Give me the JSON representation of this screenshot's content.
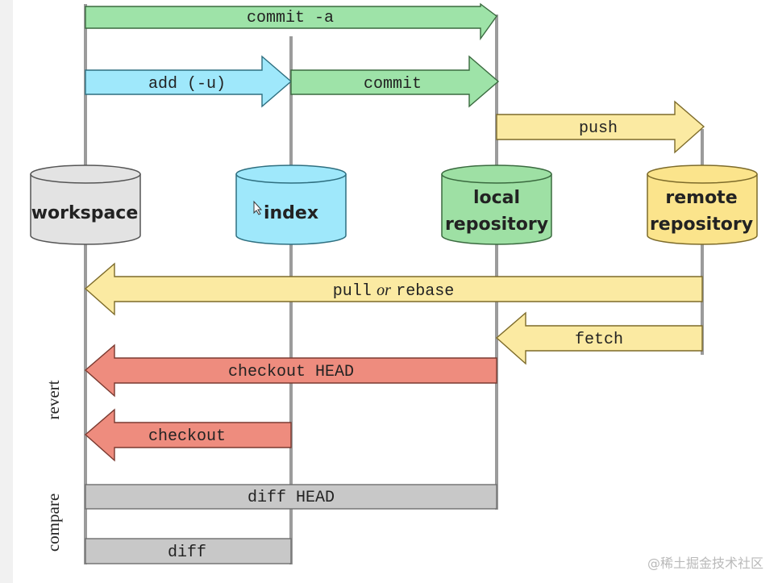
{
  "columns": {
    "workspace": "workspace",
    "index": "index",
    "local_line1": "local",
    "local_line2": "repository",
    "remote_line1": "remote",
    "remote_line2": "repository"
  },
  "arrows": {
    "commit_a": "commit -a",
    "add_u": "add (-u)",
    "commit": "commit",
    "push": "push",
    "pull_part1": "pull",
    "pull_or": "or",
    "pull_part2": "rebase",
    "fetch": "fetch",
    "checkout_head": "checkout HEAD",
    "checkout": "checkout"
  },
  "bars": {
    "diff_head": "diff HEAD",
    "diff": "diff"
  },
  "side_labels": {
    "revert": "revert",
    "compare": "compare"
  },
  "watermark": "@稀土掘金技术社区",
  "colors": {
    "green_arrow": "#9ee3a8",
    "cyan_arrow": "#9fe8fb",
    "yellow_arrow": "#fbeaa2",
    "red_arrow": "#ee8c7e",
    "gray_bar": "#c8c8c8",
    "workspace_db": "#e3e3e3",
    "index_db": "#9fe8fb",
    "local_db": "#9ee0a4",
    "remote_db": "#fbe48c"
  }
}
